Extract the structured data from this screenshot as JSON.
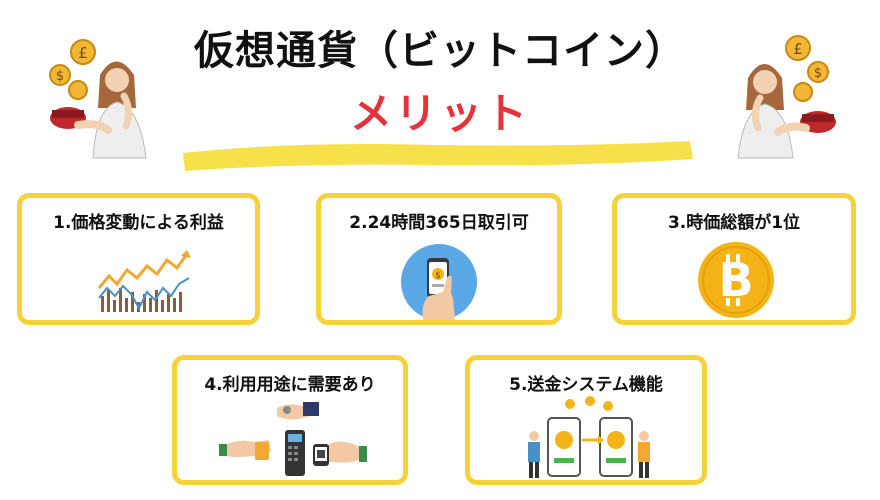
{
  "header": {
    "title": "仮想通貨（ビットコイン）",
    "subtitle": "メリット"
  },
  "cards": [
    {
      "label": "1.価格変動による利益"
    },
    {
      "label": "2.24時間365日取引可"
    },
    {
      "label": "3.時価総額が1位"
    },
    {
      "label": "4.利用用途に需要あり"
    },
    {
      "label": "5.送金システム機能"
    }
  ],
  "colors": {
    "accent_yellow": "#f6d23a",
    "subtitle_red": "#e5333a",
    "bitcoin_orange": "#f4b417"
  },
  "icons": [
    "woman-coins-illustration",
    "price-chart-illustration",
    "phone-coin-illustration",
    "bitcoin-icon",
    "payment-illustration",
    "money-transfer-illustration"
  ]
}
